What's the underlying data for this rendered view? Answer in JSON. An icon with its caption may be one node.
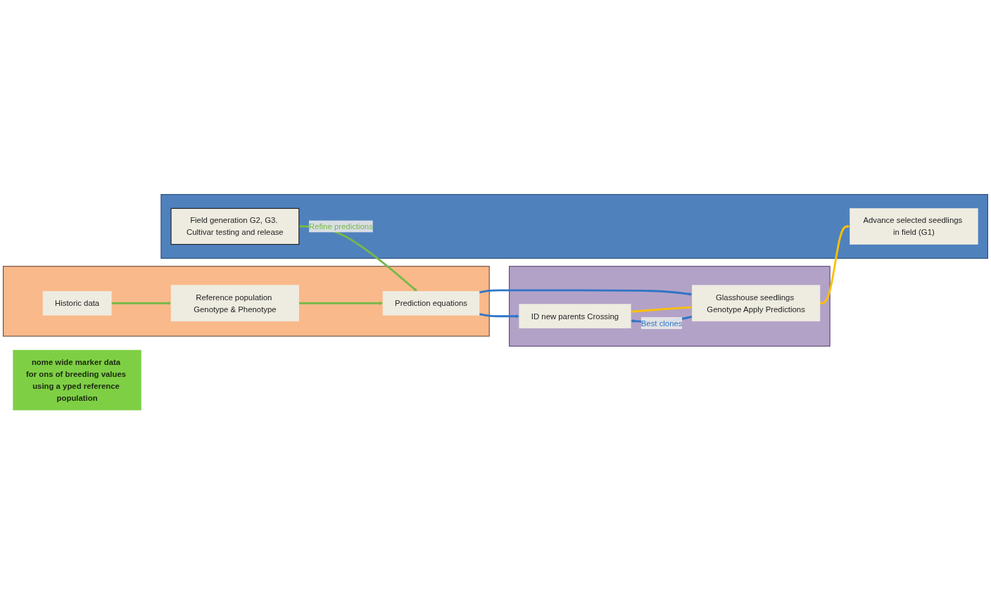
{
  "diagram": {
    "nodes": [
      {
        "text": [],
        "shape": "box"
      },
      {
        "text": [
          "Historic data"
        ],
        "in": 0
      },
      {
        "text": [
          "Reference population Genotype & Phenotype"
        ],
        "in": 0
      },
      {
        "text": [
          "Prediction equations"
        ],
        "in": 0
      },
      {
        "text": [],
        "shape": "box"
      },
      {
        "text": [
          "ID new parents Crossing"
        ],
        "in": 4
      },
      {
        "text": [
          "Glasshouse seedlings Genotype Apply Predictions"
        ],
        "in": 4
      },
      {
        "text": [],
        "shape": "box"
      },
      {
        "text": [
          "Advance selected seedlings in field (G1)"
        ],
        "in": 7
      },
      {
        "text": [
          "Field generation G2, G3. Cultivar testing and release"
        ],
        "in": 7
      },
      {
        "text": [
          "nome wide marker data for ons of breeding values using a yped reference population"
        ]
      }
    ],
    "edges": [
      {
        "from": 1,
        "to": 2,
        "arrow": "to",
        "color": "#77b84a"
      },
      {
        "from": 2,
        "to": 3,
        "arrow": "to",
        "color": "#77b84a"
      },
      {
        "from": 3,
        "to": 5,
        "arrow": "to",
        "color": "#2e75c6"
      },
      {
        "from": 3,
        "to": 6,
        "arrow": "to",
        "color": "#2e75c6"
      },
      {
        "from": 5,
        "to": 6,
        "arrow": "to",
        "color": "#ffc000"
      },
      {
        "from": 6,
        "to": 5,
        "label": "Best clones",
        "arrow": "to",
        "color": "#2e75c6"
      },
      {
        "from": 6,
        "to": 8,
        "arrow": "to",
        "color": "#ffc000"
      },
      {
        "from": 9,
        "to": 3,
        "label": "Refine predictions",
        "arrow": "to",
        "color": "#77b84a"
      }
    ]
  }
}
